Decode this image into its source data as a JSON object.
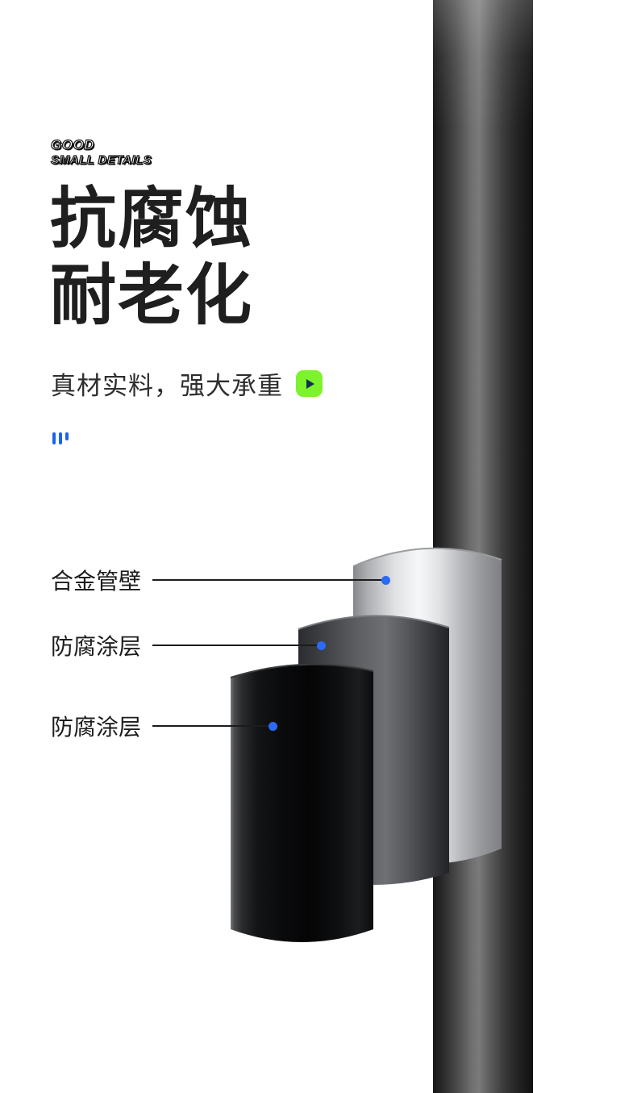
{
  "badge": {
    "line1": "GOOD",
    "line2": "SMALL DETAILS"
  },
  "heading": {
    "line1": "抗腐蚀",
    "line2": "耐老化"
  },
  "subtitle": "真材实料，强大承重",
  "callouts": [
    {
      "label": "合金管壁"
    },
    {
      "label": "防腐涂层"
    },
    {
      "label": "防腐涂层"
    }
  ],
  "icons": {
    "play_icon": "right-pointing-triangle",
    "quote_icon": "three-vertical-bars"
  },
  "colors": {
    "background": "#FFFFFF",
    "heading_text": "#1F1F1F",
    "play_button_green": "#7DF32C",
    "callout_dot_blue": "#2A6AF5",
    "quote_blue": "#1B63F0",
    "pole_black": "#1A1A1A",
    "alloy_layer_silver": "#E8EAEC",
    "coating_layer_gray": "#55575A",
    "coating_layer_black": "#0A0B0C"
  }
}
